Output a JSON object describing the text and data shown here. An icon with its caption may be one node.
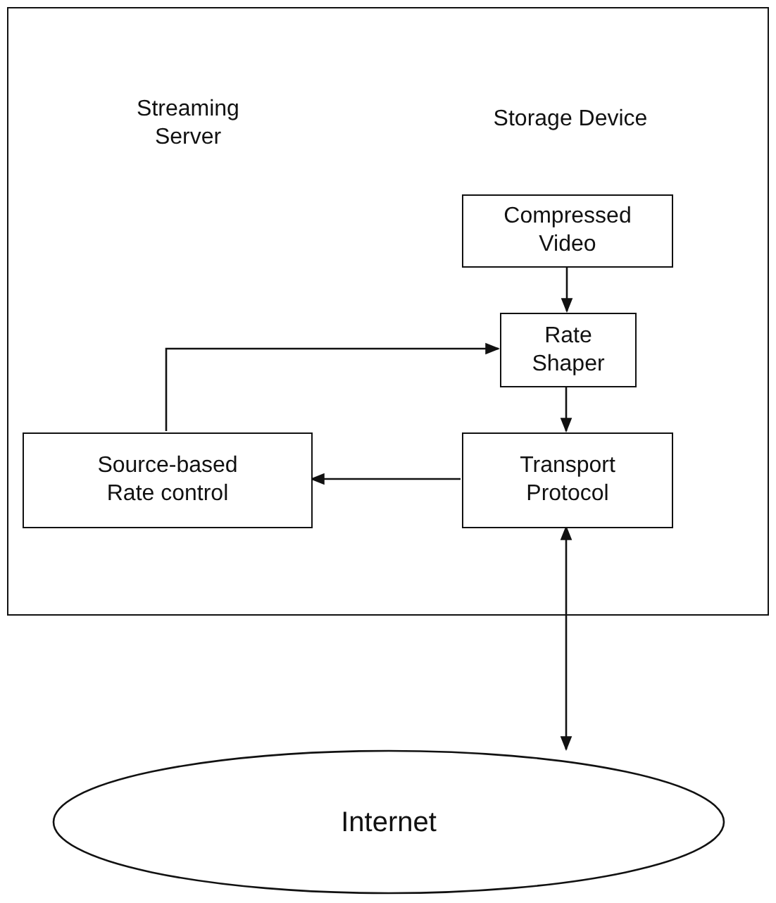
{
  "diagram": {
    "nodes": [
      {
        "text": [
          "Streaming Server"
        ]
      },
      {
        "text": [
          "Compressed Video"
        ],
        "in": 0
      },
      {
        "text": [
          "Rate Shaper"
        ],
        "in": 0
      },
      {
        "text": [
          "Transport Protocol"
        ],
        "in": 0
      },
      {
        "text": [
          "Source-based Rate control"
        ],
        "in": 0
      },
      {
        "text": [
          "Internet"
        ]
      }
    ],
    "edges": [
      {
        "from": 1,
        "to": 2,
        "arrow": "to"
      },
      {
        "from": 2,
        "to": 3,
        "arrow": "to"
      },
      {
        "from": 3,
        "to": 4,
        "arrow": "to"
      },
      {
        "from": 4,
        "to": 2,
        "arrow": "to"
      },
      {
        "from": 3,
        "to": 5,
        "arrow": "both"
      }
    ],
    "labels": [
      "Storage Device"
    ]
  }
}
